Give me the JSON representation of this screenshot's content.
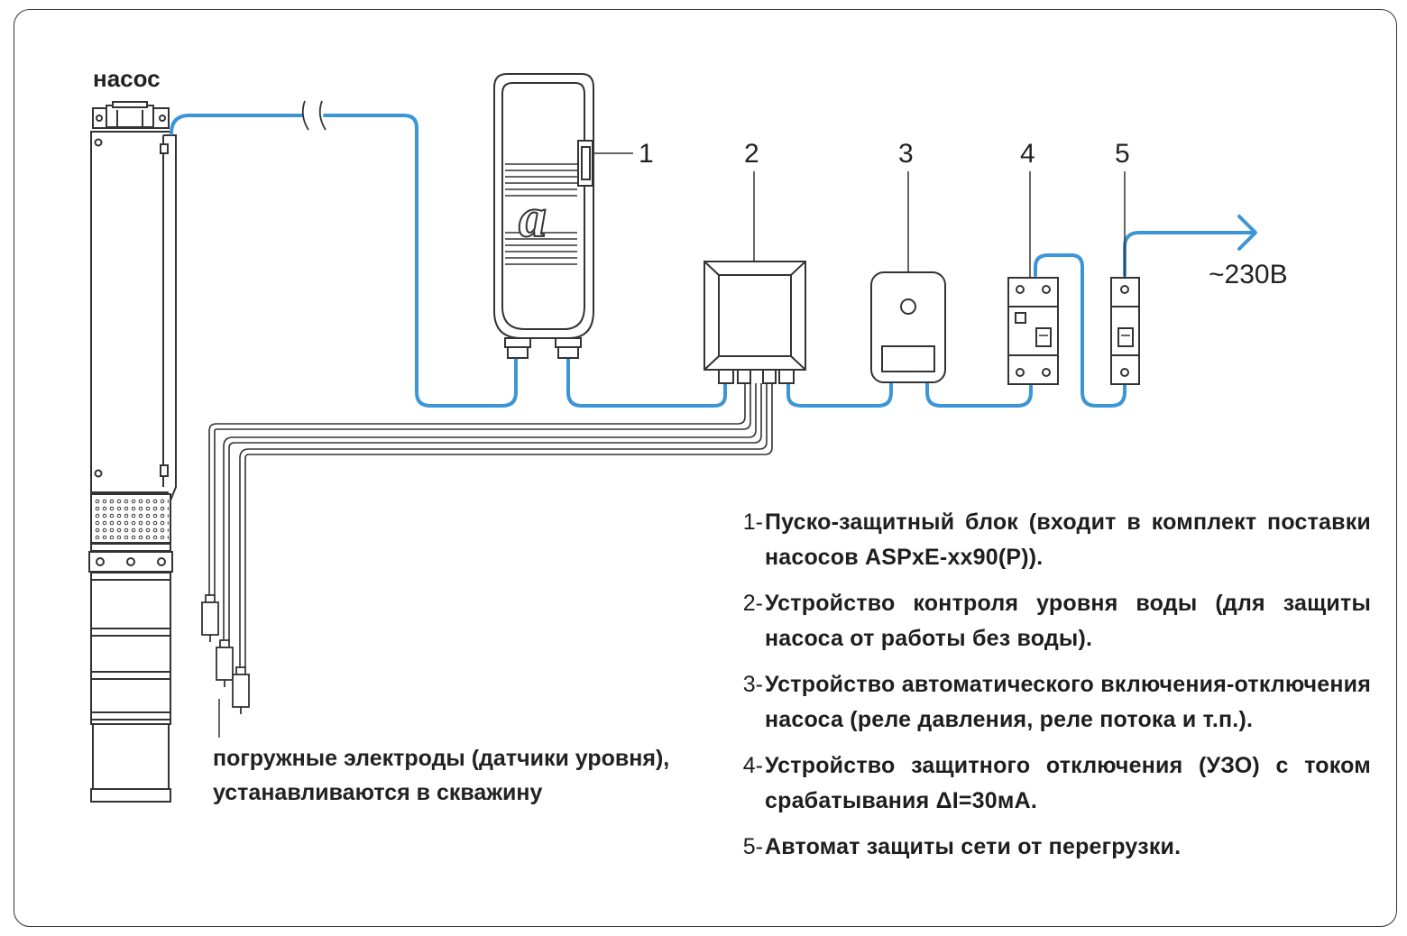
{
  "labels": {
    "pump": "насос",
    "voltage": "~230В",
    "electrodes_line1": "погружные электроды (датчики уровня),",
    "electrodes_line2": "устанавливаются в скважину"
  },
  "callouts": [
    "1",
    "2",
    "3",
    "4",
    "5"
  ],
  "legend": [
    {
      "num": "1-",
      "text": "Пуско-защитный блок (входит в комплект поставки насосов ASPxE-xx90(P))."
    },
    {
      "num": "2-",
      "text": "Устройство контроля уровня воды (для защиты насоса от работы без воды)."
    },
    {
      "num": "3-",
      "text": "Устройство автоматического включения-отключения насоса (реле давления, реле потока и т.п.)."
    },
    {
      "num": "4-",
      "text": "Устройство защитного отключения (УЗО) с током срабатывания ΔI=30мА."
    },
    {
      "num": "5-",
      "text": "Автомат защиты сети от перегрузки."
    }
  ],
  "colors": {
    "cable": "#3c96d6",
    "stroke": "#333333",
    "text": "#222222"
  }
}
